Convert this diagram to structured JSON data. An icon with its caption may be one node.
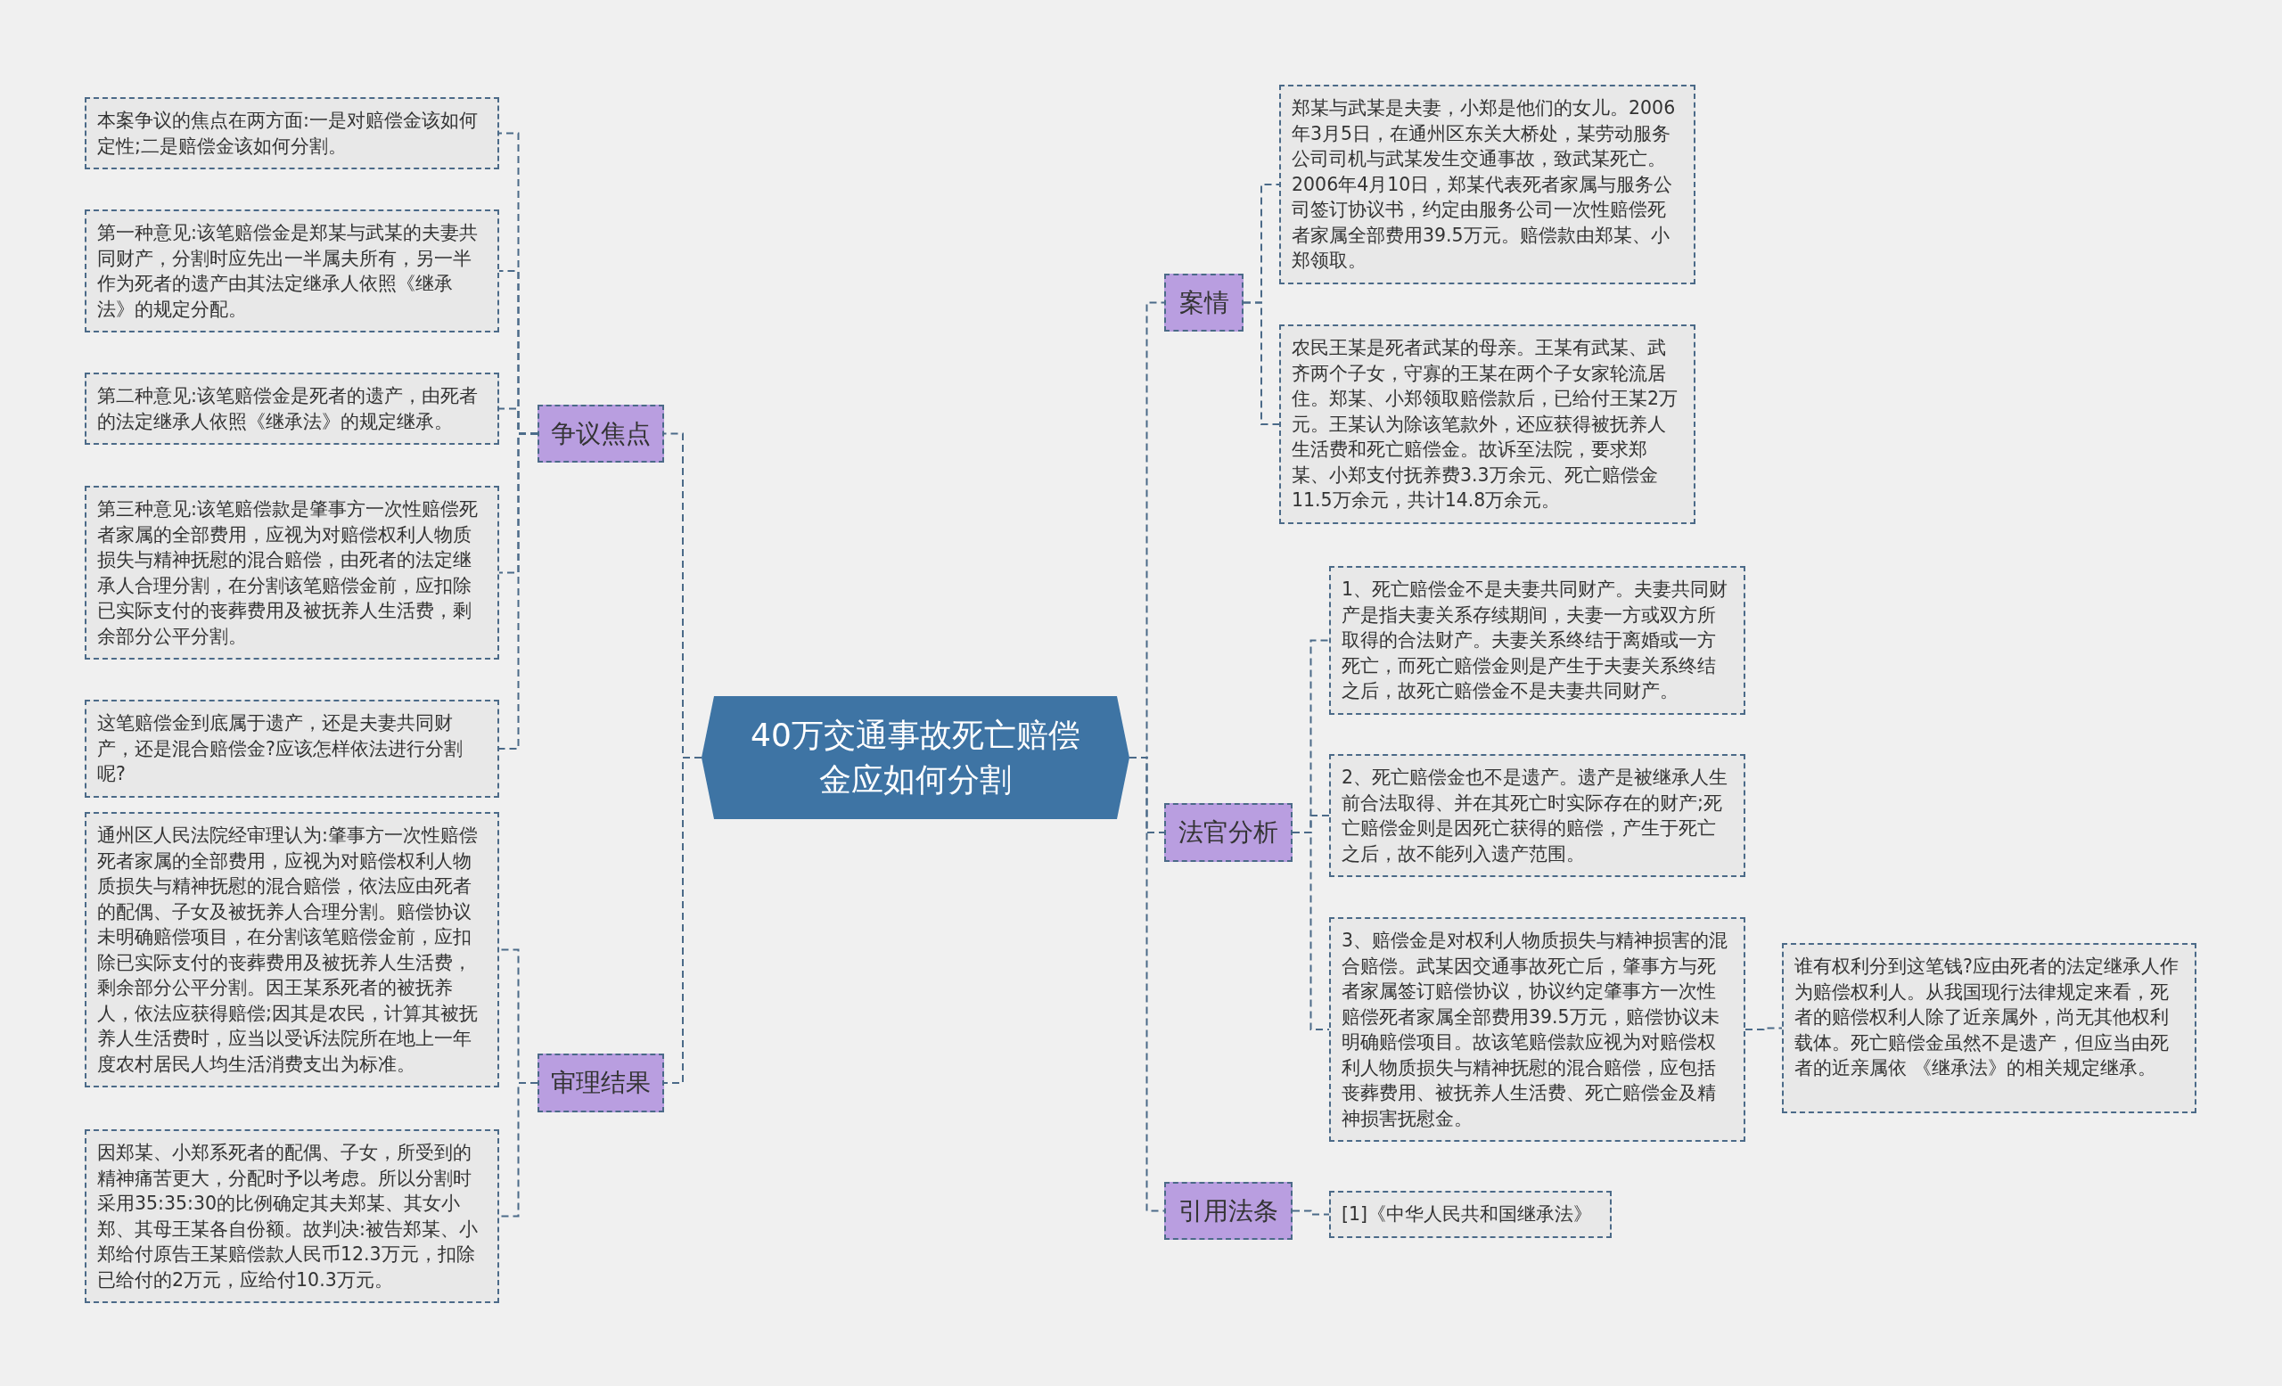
{
  "diagram": {
    "nodes": [
      {
        "text": [
          "40万交通事故死亡赔偿金应如何分割"
        ]
      },
      {
        "text": [
          "争议焦点"
        ]
      },
      {
        "text": [
          "本案争议的焦点在两方面:一是对赔偿金该如何定性;二是赔偿金该如何分割。"
        ]
      },
      {
        "text": [
          "第一种意见:该笔赔偿金是郑某与武某的夫妻共同财产，分割时应先出一半属夫所有，另一半作为死者的遗产由其法定继承人依照《继承法》的规定分配。"
        ]
      },
      {
        "text": [
          "第二种意见:该笔赔偿金是死者的遗产，由死者的法定继承人依照《继承法》的规定继承。"
        ]
      },
      {
        "text": [
          "第三种意见:该笔赔偿款是肇事方一次性赔偿死者家属的全部费用，应视为对赔偿权利人物质损失与精神抚慰的混合赔偿，由死者的法定继承人合理分割，在分割该笔赔偿金前，应扣除已实际支付的丧葬费用及被抚养人生活费，剩余部分公平分割。"
        ]
      },
      {
        "text": [
          "这笔赔偿金到底属于遗产，还是夫妻共同财产，还是混合赔偿金?应该怎样依法进行分割呢?"
        ]
      },
      {
        "text": [
          "审理结果"
        ]
      },
      {
        "text": [
          "通州区人民法院经审理认为:肇事方一次性赔偿死者家属的全部费用，应视为对赔偿权利人物质损失与精神抚慰的混合赔偿，依法应由死者的配偶、子女及被抚养人合理分割。赔偿协议未明确赔偿项目，在分割该笔赔偿金前，应扣除已实际支付的丧葬费用及被抚养人生活费，剩余部分公平分割。因王某系死者的被抚养人，依法应获得赔偿;因其是农民，计算其被抚养人生活费时，应当以受诉法院所在地上一年度农村居民人均生活消费支出为标准。"
        ]
      },
      {
        "text": [
          "因郑某、小郑系死者的配偶、子女，所受到的精神痛苦更大，分配时予以考虑。所以分割时采用35:35:30的比例确定其夫郑某、其女小郑、其母王某各自份额。故判决:被告郑某、小郑给付原告王某赔偿款人民币12.3万元，扣除已给付的2万元，应给付10.3万元。"
        ]
      },
      {
        "text": [
          "案情"
        ]
      },
      {
        "text": [
          "郑某与武某是夫妻，小郑是他们的女儿。2006年3月5日，在通州区东关大桥处，某劳动服务公司司机与武某发生交通事故，致武某死亡。2006年4月10日，郑某代表死者家属与服务公司签订协议书，约定由服务公司一次性赔偿死者家属全部费用39.5万元。赔偿款由郑某、小郑领取。"
        ]
      },
      {
        "text": [
          "农民王某是死者武某的母亲。王某有武某、武齐两个子女，守寡的王某在两个子女家轮流居住。郑某、小郑领取赔偿款后，已给付王某2万元。王某认为除该笔款外，还应获得被抚养人生活费和死亡赔偿金。故诉至法院，要求郑某、小郑支付抚养费3.3万余元、死亡赔偿金11.5万余元，共计14.8万余元。"
        ]
      },
      {
        "text": [
          "法官分析"
        ]
      },
      {
        "text": [
          "1、死亡赔偿金不是夫妻共同财产。夫妻共同财产是指夫妻关系存续期间，夫妻一方或双方所取得的合法财产。夫妻关系终结于离婚或一方死亡，而死亡赔偿金则是产生于夫妻关系终结之后，故死亡赔偿金不是夫妻共同财产。"
        ]
      },
      {
        "text": [
          "2、死亡赔偿金也不是遗产。遗产是被继承人生前合法取得、并在其死亡时实际存在的财产;死亡赔偿金则是因死亡获得的赔偿，产生于死亡之后，故不能列入遗产范围。"
        ]
      },
      {
        "text": [
          "3、赔偿金是对权利人物质损失与精神损害的混合赔偿。武某因交通事故死亡后，肇事方与死者家属签订赔偿协议，协议约定肇事方一次性赔偿死者家属全部费用39.5万元，赔偿协议未明确赔偿项目。故该笔赔偿款应视为对赔偿权利人物质损失与精神抚慰的混合赔偿，应包括丧葬费用、被抚养人生活费、死亡赔偿金及精神损害抚慰金。"
        ]
      },
      {
        "text": [
          "谁有权利分到这笔钱?应由死者的法定继承人作为赔偿权利人。从我国现行法律规定来看，死者的赔偿权利人除了近亲属外，尚无其他权利载体。死亡赔偿金虽然不是遗产，但应当由死者的近亲属依 《继承法》的相关规定继承。"
        ]
      },
      {
        "text": [
          "引用法条"
        ]
      },
      {
        "text": [
          "[1]《中华人民共和国继承法》"
        ]
      }
    ],
    "edges": [
      {
        "from": 0,
        "to": 1,
        "arrow": "none"
      },
      {
        "from": 1,
        "to": 2,
        "arrow": "none"
      },
      {
        "from": 1,
        "to": 3,
        "arrow": "none"
      },
      {
        "from": 1,
        "to": 4,
        "arrow": "none"
      },
      {
        "from": 1,
        "to": 5,
        "arrow": "none"
      },
      {
        "from": 1,
        "to": 6,
        "arrow": "none"
      },
      {
        "from": 0,
        "to": 7,
        "arrow": "none"
      },
      {
        "from": 7,
        "to": 8,
        "arrow": "none"
      },
      {
        "from": 7,
        "to": 9,
        "arrow": "none"
      },
      {
        "from": 0,
        "to": 10,
        "arrow": "none"
      },
      {
        "from": 10,
        "to": 11,
        "arrow": "none"
      },
      {
        "from": 10,
        "to": 12,
        "arrow": "none"
      },
      {
        "from": 0,
        "to": 13,
        "arrow": "none"
      },
      {
        "from": 13,
        "to": 14,
        "arrow": "none"
      },
      {
        "from": 13,
        "to": 15,
        "arrow": "none"
      },
      {
        "from": 13,
        "to": 16,
        "arrow": "none"
      },
      {
        "from": 16,
        "to": 17,
        "arrow": "none"
      },
      {
        "from": 0,
        "to": 18,
        "arrow": "none"
      },
      {
        "from": 18,
        "to": 19,
        "arrow": "none"
      }
    ]
  }
}
